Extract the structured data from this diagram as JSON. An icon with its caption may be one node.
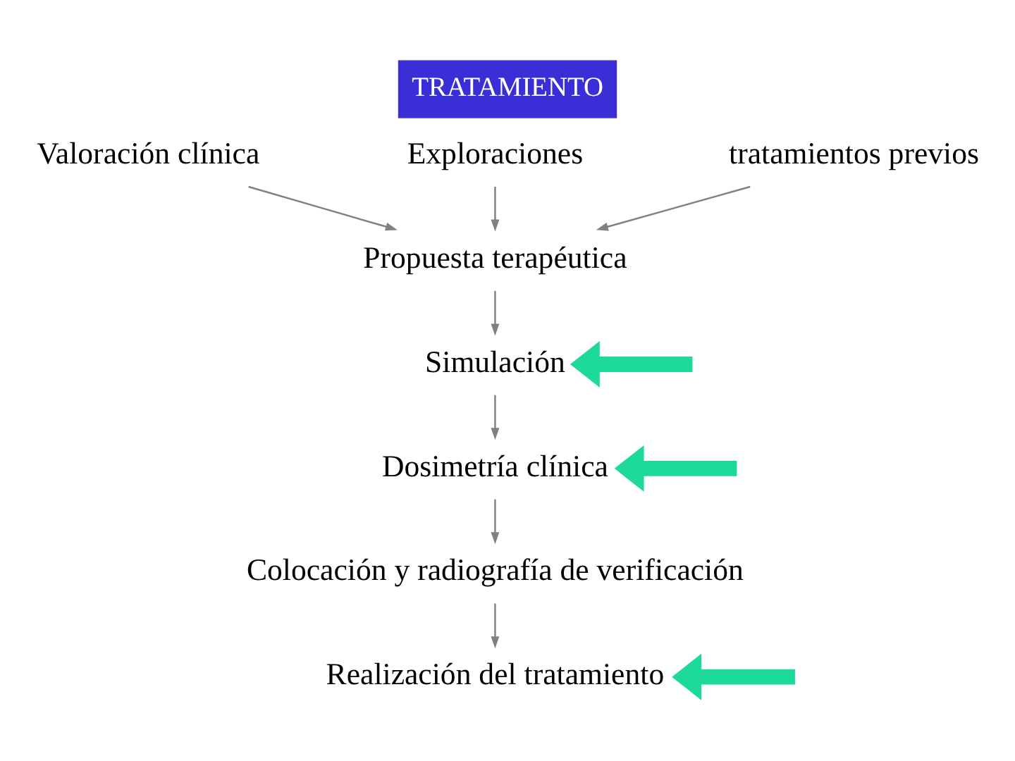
{
  "diagram": {
    "title": "TRATAMIENTO",
    "nodes": [
      {
        "text": [
          "Valoración clínica"
        ]
      },
      {
        "text": [
          "Exploraciones"
        ]
      },
      {
        "text": [
          "tratamientos previos"
        ]
      },
      {
        "text": [
          "Propuesta terapéutica"
        ]
      },
      {
        "text": [
          "Simulación"
        ]
      },
      {
        "text": [
          "Dosimetría clínica"
        ]
      },
      {
        "text": [
          "Colocación y radiografía de verificación"
        ]
      },
      {
        "text": [
          "Realización del tratamiento"
        ]
      }
    ],
    "edges": [
      {
        "from": 0,
        "to": 3,
        "arrow": "to"
      },
      {
        "from": 1,
        "to": 3,
        "arrow": "to"
      },
      {
        "from": 2,
        "to": 3,
        "arrow": "to"
      },
      {
        "from": 3,
        "to": 4,
        "arrow": "to"
      },
      {
        "from": 4,
        "to": 5,
        "arrow": "to"
      },
      {
        "from": 5,
        "to": 6,
        "arrow": "to"
      },
      {
        "from": 6,
        "to": 7,
        "arrow": "to"
      },
      {
        "from": null,
        "to": 4,
        "arrow": "to",
        "style": "thick",
        "color": "#1dd99a"
      },
      {
        "from": null,
        "to": 5,
        "arrow": "to",
        "style": "thick",
        "color": "#1dd99a"
      },
      {
        "from": null,
        "to": 7,
        "arrow": "to",
        "style": "thick",
        "color": "#1dd99a"
      }
    ]
  }
}
